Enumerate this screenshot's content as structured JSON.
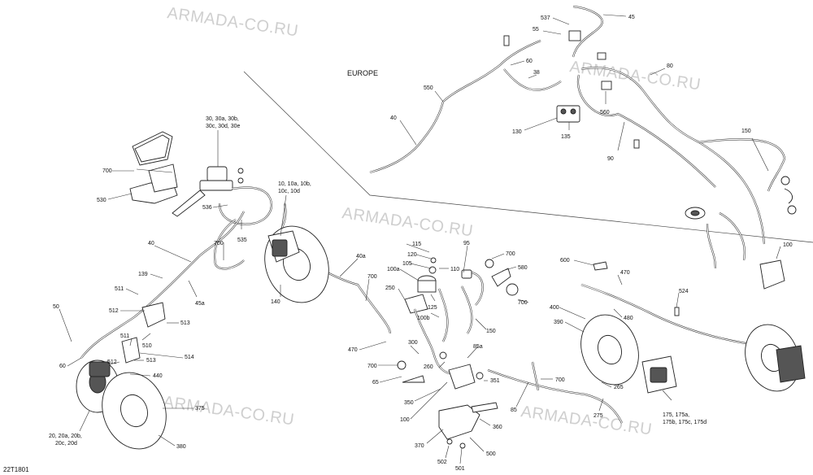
{
  "diagram": {
    "code": "22T1801",
    "region_label": "EUROPE",
    "watermark": "ARMADA-CO.RU",
    "labels": {
      "l537": "537",
      "l45": "45",
      "l55": "55",
      "l60a": "60",
      "l38": "38",
      "l80": "80",
      "l550": "550",
      "l40a": "40",
      "l130": "130",
      "l135": "135",
      "l560": "560",
      "l90": "90",
      "l150a": "150",
      "l30group": "30, 30a, 30b,",
      "l30group2": "30c, 30d, 30e",
      "l10group": "10, 10a, 10b,",
      "l10group2": "10c, 10d",
      "l700a": "700",
      "l530": "530",
      "l536": "536",
      "l535": "535",
      "l700b": "700",
      "l40b": "40",
      "l139": "139",
      "l45a": "45a",
      "l140": "140",
      "l511a": "511",
      "l512a": "512",
      "l513a": "513",
      "l50": "50",
      "l510": "510",
      "l511b": "511",
      "l514": "514",
      "l512b": "512",
      "l513b": "513",
      "l60b": "60",
      "l440": "440",
      "l375": "375",
      "l20group": "20, 20a, 20b,",
      "l20group2": "20c, 20d",
      "l380": "380",
      "l115": "115",
      "l120": "120",
      "l105": "105",
      "l110": "110",
      "l100a": "100a",
      "l95": "95",
      "l700c": "700",
      "l580": "580",
      "l700d": "700",
      "l40a2": "40a",
      "l250": "250",
      "l125": "125",
      "l100b": "100b",
      "l150b": "150",
      "l470a": "470",
      "l300": "300",
      "l700e": "700",
      "l65": "65",
      "l260": "260",
      "l351": "351",
      "l350": "350",
      "l100": "100",
      "l85a": "85a",
      "l85": "85",
      "l700f": "700",
      "l370": "370",
      "l360": "360",
      "l502": "502",
      "l501": "501",
      "l500": "500",
      "l600": "600",
      "l470b": "470",
      "l400": "400",
      "l480": "480",
      "l390": "390",
      "l524": "524",
      "l265": "265",
      "l275": "275",
      "l100r": "100",
      "l175group": "175, 175a,",
      "l175group2": "175b, 175c, 175d"
    }
  }
}
